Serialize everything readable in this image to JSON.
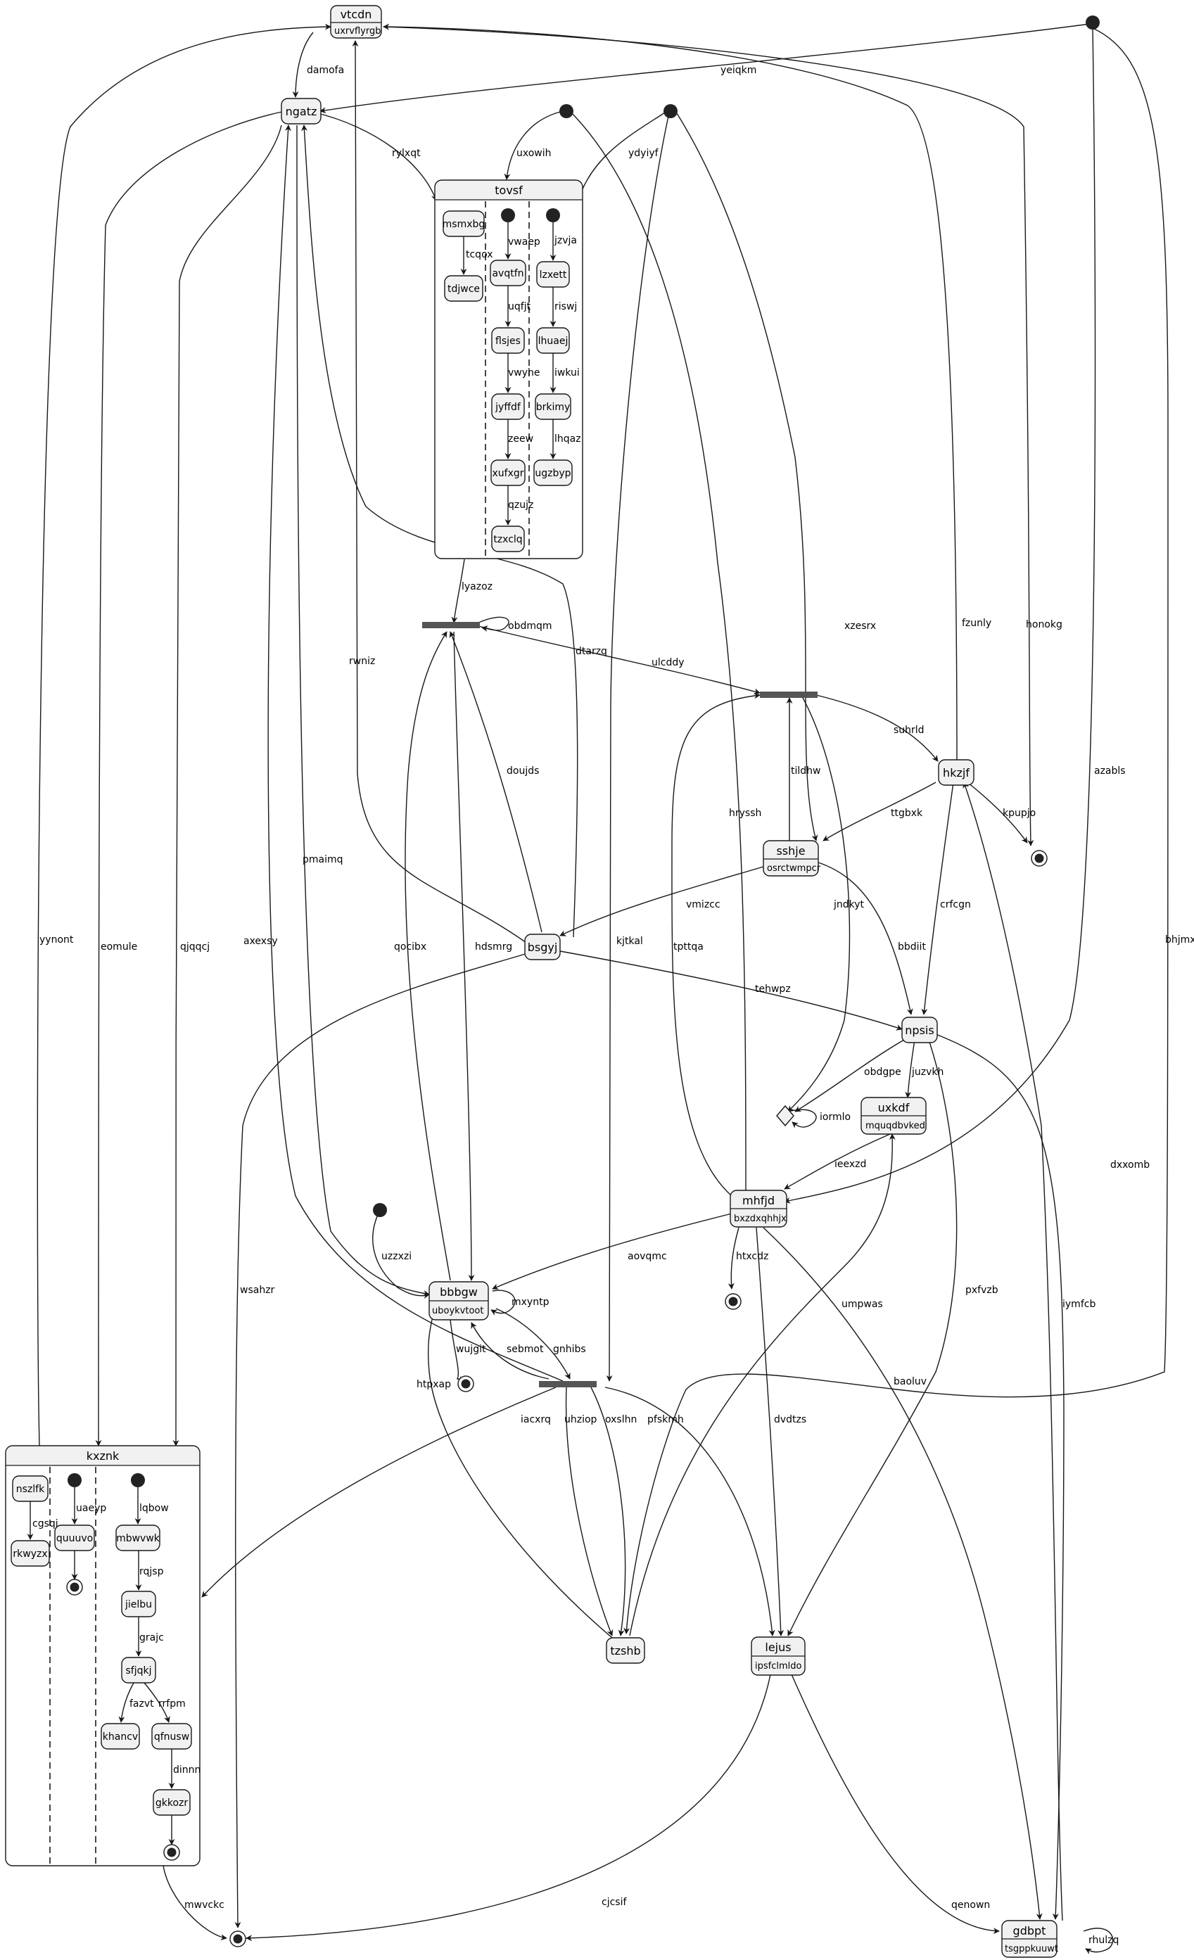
{
  "diagram": {
    "states": {
      "vtcdn": {
        "name": "vtcdn",
        "desc": "uxrvflyrgb"
      },
      "ngatz": {
        "name": "ngatz"
      },
      "tovsf": {
        "name": "tovsf"
      },
      "msmxbg": {
        "name": "msmxbg"
      },
      "tdjwce": {
        "name": "tdjwce"
      },
      "avqtfn": {
        "name": "avqtfn"
      },
      "flsjes": {
        "name": "flsjes"
      },
      "jyffdf": {
        "name": "jyffdf"
      },
      "xufxgr": {
        "name": "xufxgr"
      },
      "tzxclq": {
        "name": "tzxclq"
      },
      "lzxett": {
        "name": "lzxett"
      },
      "lhuaej": {
        "name": "lhuaej"
      },
      "brkimy": {
        "name": "brkimy"
      },
      "ugzbyp": {
        "name": "ugzbyp"
      },
      "hkzjf": {
        "name": "hkzjf"
      },
      "sshje": {
        "name": "sshje",
        "desc": "osrctwmpcr"
      },
      "bsgyj": {
        "name": "bsgyj"
      },
      "npsis": {
        "name": "npsis"
      },
      "uxkdf": {
        "name": "uxkdf",
        "desc": "mquqdbvked"
      },
      "mhfjd": {
        "name": "mhfjd",
        "desc": "bxzdxqhhjx"
      },
      "bbbgw": {
        "name": "bbbgw",
        "desc": "uboykvtoot"
      },
      "lejus": {
        "name": "lejus",
        "desc": "ipsfclmldo"
      },
      "tzshb": {
        "name": "tzshb"
      },
      "gdbpt": {
        "name": "gdbpt",
        "desc": "tsgppkuuwt"
      },
      "kxznk": {
        "name": "kxznk"
      },
      "nszlfk": {
        "name": "nszlfk"
      },
      "rkwyzx": {
        "name": "rkwyzx"
      },
      "quuuvo": {
        "name": "quuuvo"
      },
      "mbwvwk": {
        "name": "mbwvwk"
      },
      "jielbu": {
        "name": "jielbu"
      },
      "sfjqkj": {
        "name": "sfjqkj"
      },
      "khancv": {
        "name": "khancv"
      },
      "qfnusw": {
        "name": "qfnusw"
      },
      "gkkozr": {
        "name": "gkkozr"
      }
    },
    "transitions": {
      "damofa": "damofa",
      "yeiqkm": "yeiqkm",
      "uxowih": "uxowih",
      "ydyiyf": "ydyiyf",
      "rylxqt": "rylxqt",
      "tcqox": "tcqox",
      "vwaep": "vwaep",
      "uqfjt": "uqfjt",
      "vwyhe": "vwyhe",
      "zeew": "zeew",
      "qzujz": "qzujz",
      "jzvja": "jzvja",
      "riswj": "riswj",
      "iwkui": "iwkui",
      "lhqaz": "lhqaz",
      "lyazoz": "lyazoz",
      "obdmqm": "obdmqm",
      "ulcddy": "ulcddy",
      "suhrld": "suhrld",
      "fzunly": "fzunly",
      "honokg": "honokg",
      "xzesrx": "xzesrx",
      "tildhw": "tildhw",
      "ttgbxk": "ttgbxk",
      "kpupjo": "kpupjo",
      "azabls": "azabls",
      "bhjmxi": "bhjmxi",
      "rwniz": "rwniz",
      "dtarzq": "dtarzq",
      "doujds": "doujds",
      "hryssh": "hryssh",
      "pmaimq": "pmaimq",
      "axexsy": "axexsy",
      "eomule": "eomule",
      "qjqqcj": "qjqqcj",
      "yynont": "yynont",
      "vmizcc": "vmizcc",
      "kjtkal": "kjtkal",
      "jndkyt": "jndkyt",
      "tpttqa": "tpttqa",
      "bbdiit": "bbdiit",
      "crfcgn": "crfcgn",
      "tehwpz": "tehwpz",
      "qocibx": "qocibx",
      "hdsmrg": "hdsmrg",
      "obdgpe": "obdgpe",
      "juzvkh": "juzvkh",
      "iormlo": "iormlo",
      "ieexzd": "ieexzd",
      "dxxomb": "dxxomb",
      "aovqmc": "aovqmc",
      "htxcdz": "htxcdz",
      "uzzxzi": "uzzxzi",
      "mxyntp": "mxyntp",
      "wujgit": "wujgit",
      "sebmot": "sebmot",
      "gnhibs": "gnhibs",
      "umpwas": "umpwas",
      "dvdtzs": "dvdtzs",
      "pxfvzb": "pxfvzb",
      "iymfcb": "iymfcb",
      "baoluv": "baoluv",
      "wsahzr": "wsahzr",
      "htpxap": "htpxap",
      "iacxrq": "iacxrq",
      "uhziop": "uhziop",
      "oxslhn": "oxslhn",
      "pfskmh": "pfskmh",
      "cgsqi": "cgsqi",
      "uaeyp": "uaeyp",
      "lqbow": "lqbow",
      "rqjsp": "rqjsp",
      "grajc": "grajc",
      "fazvt": "fazvt",
      "rrfpm": "rrfpm",
      "dinnn": "dinnn",
      "mwvckc": "mwvckc",
      "cjcsif": "cjcsif",
      "qenown": "qenown",
      "rhulzq": "rhulzq"
    }
  }
}
